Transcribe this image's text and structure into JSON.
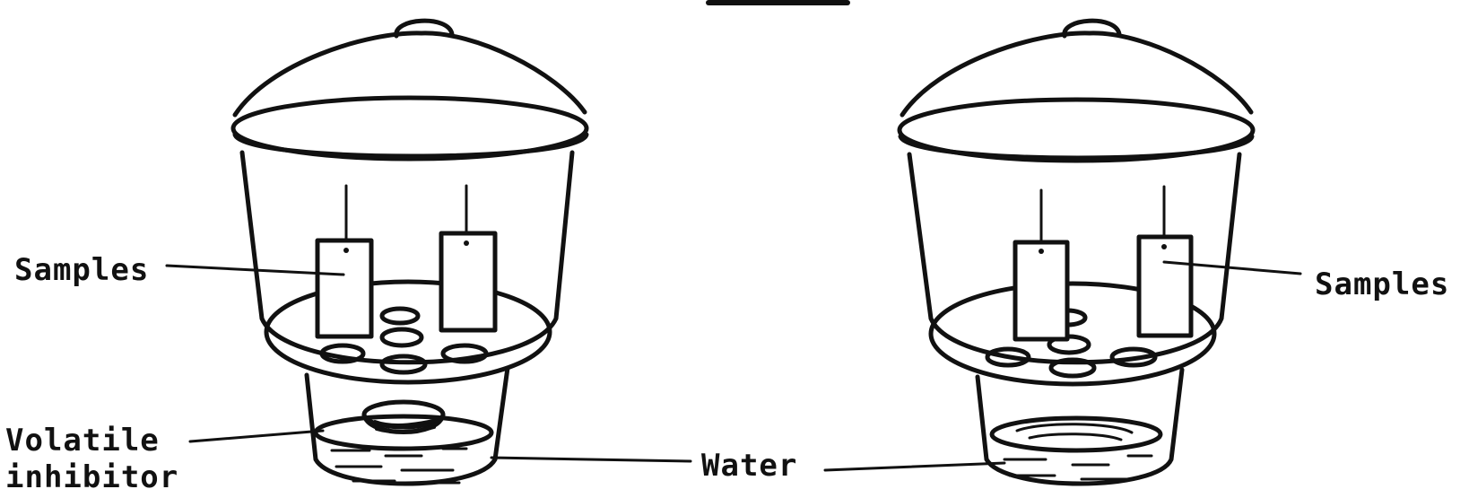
{
  "labels": {
    "samples_left": "Samples",
    "samples_right": "Samples",
    "volatile_line1": "Volatile",
    "volatile_line2": "inhibitor",
    "water": "Water"
  },
  "colors": {
    "ink": "#111111",
    "paper": "#ffffff"
  }
}
